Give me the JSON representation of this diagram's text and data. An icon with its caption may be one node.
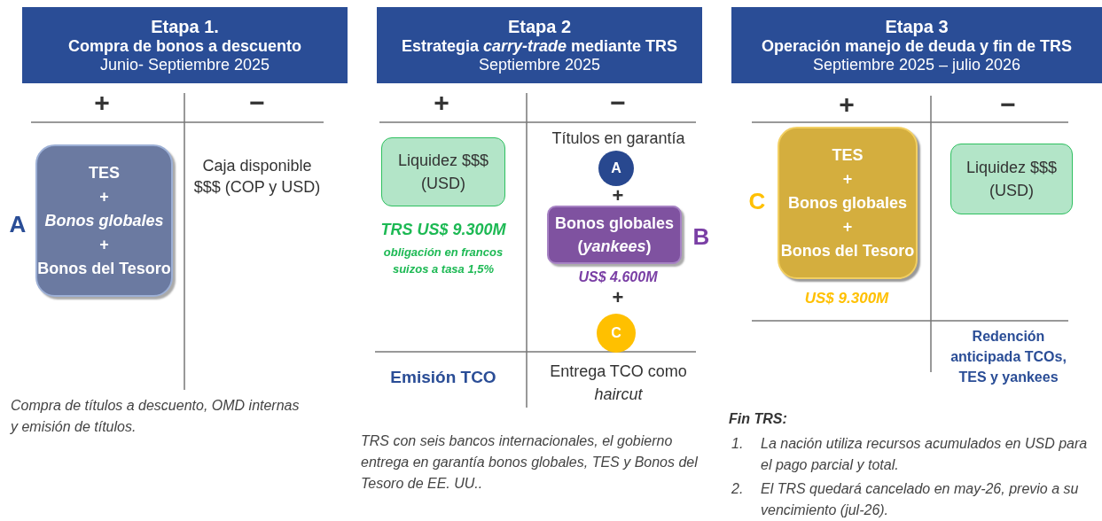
{
  "diagram": {
    "nodes": [
      {
        "text": [
          "Etapa 1.",
          "Compra de bonos a descuento",
          "Junio- Septiembre 2025"
        ]
      },
      {
        "text": [
          "TES",
          "+",
          "Bonos globales",
          "+",
          "Bonos del Tesoro"
        ],
        "beside": [
          "A"
        ]
      },
      {
        "text": [
          "Etapa 2",
          "Estrategia *carry-trade* mediante TRS",
          "Septiembre 2025"
        ]
      },
      {
        "text": [
          "Liquidez $$$ (USD)"
        ]
      },
      {
        "text": [
          "A"
        ]
      },
      {
        "text": [
          "Bonos globales (*yankees*)"
        ],
        "beside": [
          "B",
          "US$ 4.600M"
        ]
      },
      {
        "text": [
          "C"
        ]
      },
      {
        "text": [
          "Etapa 3",
          "Operación manejo de deuda y fin de TRS",
          "Septiembre 2025 – julio 2026"
        ]
      },
      {
        "text": [
          "TES",
          "+",
          "Bonos globales",
          "+",
          "Bonos del Tesoro"
        ],
        "beside": [
          "C",
          "US$ 9.300M"
        ]
      },
      {
        "text": [
          "Liquidez $$$ (USD)"
        ]
      }
    ],
    "labels": [
      "+",
      "−",
      "Caja disponible $$$ (COP y USD)",
      "Compra de títulos a descuento, OMD internas y emisión de títulos.",
      "+",
      "−",
      "Títulos en garantía",
      "TRS US$ 9.300M",
      "obligación en francos suizos a tasa 1,5%",
      "+",
      "+",
      "Emisión TCO",
      "Entrega TCO como *haircut*",
      "TRS con seis bancos internacionales, el gobierno entrega en garantía bonos globales, TES y Bonos del Tesoro de EE. UU..",
      "+",
      "−",
      "Redención anticipada TCOs, TES y yankees",
      "Fin TRS:",
      "1.",
      "La nación utiliza recursos acumulados en USD para el pago parcial y total.",
      "2.",
      "El TRS quedará cancelado en may-26, previo a su vencimiento (jul-26)."
    ]
  }
}
